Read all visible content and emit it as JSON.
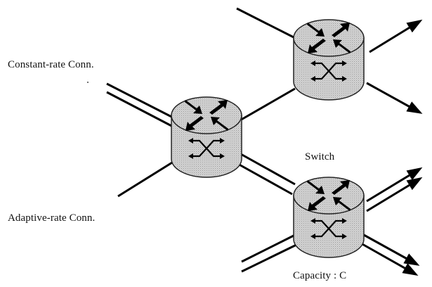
{
  "labels": {
    "constant_rate": "Constant-rate Conn.",
    "adaptive_rate": "Adaptive-rate Conn.",
    "switch": "Switch",
    "capacity": "Capacity : C"
  },
  "colors": {
    "line": "#000000",
    "switch_body": "#d2d2d2",
    "switch_top": "#dcdcdc",
    "switch_outline": "#222222",
    "text": "#111111"
  },
  "icons": {
    "switch_top_symbol": "router-arrows-icon",
    "switch_side_symbol": "crossbar-switch-icon"
  }
}
